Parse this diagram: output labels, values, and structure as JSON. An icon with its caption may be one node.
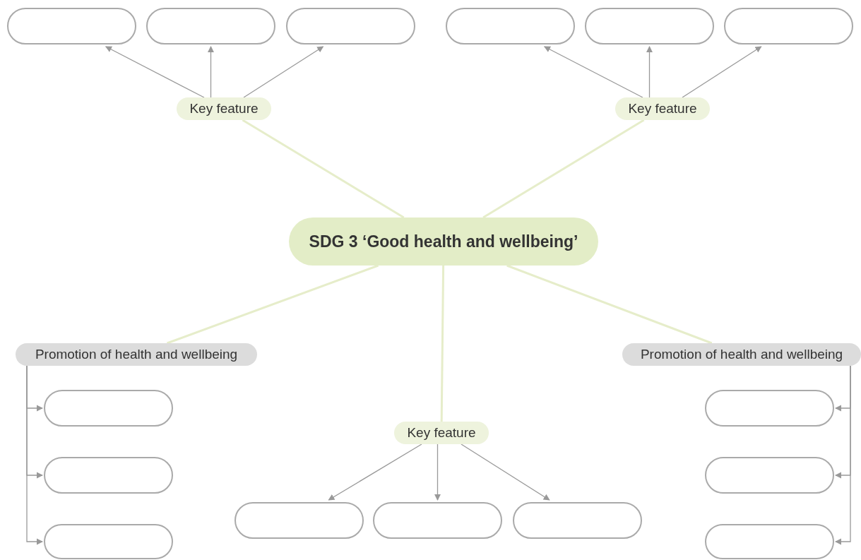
{
  "diagram": {
    "nodes": [
      {
        "text": [],
        "shape": "box"
      },
      {
        "text": [],
        "shape": "box"
      },
      {
        "text": [],
        "shape": "box"
      },
      {
        "text": [],
        "shape": "box"
      },
      {
        "text": [],
        "shape": "box"
      },
      {
        "text": [],
        "shape": "box"
      },
      {
        "text": [
          "Key feature"
        ]
      },
      {
        "text": [
          "Key feature"
        ]
      },
      {
        "text": [
          "SDG 3 ‘Good health and wellbeing’"
        ]
      },
      {
        "text": [
          "Promotion of health and wellbeing"
        ]
      },
      {
        "text": [
          "Promotion of health and wellbeing"
        ]
      },
      {
        "text": [
          "Key feature"
        ]
      },
      {
        "text": [],
        "shape": "box"
      },
      {
        "text": [],
        "shape": "box"
      },
      {
        "text": [],
        "shape": "box"
      },
      {
        "text": [],
        "shape": "box"
      },
      {
        "text": [],
        "shape": "box"
      },
      {
        "text": [],
        "shape": "box"
      },
      {
        "text": [],
        "shape": "box"
      },
      {
        "text": [],
        "shape": "box"
      },
      {
        "text": [],
        "shape": "box"
      }
    ],
    "edges": [
      {
        "from": 8,
        "to": 6,
        "arrow": "none",
        "color": "#e6edca"
      },
      {
        "from": 8,
        "to": 7,
        "arrow": "none",
        "color": "#e6edca"
      },
      {
        "from": 8,
        "to": 9,
        "arrow": "none",
        "color": "#e6edca"
      },
      {
        "from": 8,
        "to": 11,
        "arrow": "none",
        "color": "#e6edca"
      },
      {
        "from": 8,
        "to": 10,
        "arrow": "none",
        "color": "#e6edca"
      },
      {
        "from": 6,
        "to": 0,
        "arrow": "to"
      },
      {
        "from": 6,
        "to": 1,
        "arrow": "to"
      },
      {
        "from": 6,
        "to": 2,
        "arrow": "to"
      },
      {
        "from": 7,
        "to": 3,
        "arrow": "to"
      },
      {
        "from": 7,
        "to": 4,
        "arrow": "to"
      },
      {
        "from": 7,
        "to": 5,
        "arrow": "to"
      },
      {
        "from": 9,
        "to": 12,
        "arrow": "to"
      },
      {
        "from": 9,
        "to": 13,
        "arrow": "to"
      },
      {
        "from": 9,
        "to": 14,
        "arrow": "to"
      },
      {
        "from": 10,
        "to": 15,
        "arrow": "to"
      },
      {
        "from": 10,
        "to": 16,
        "arrow": "to"
      },
      {
        "from": 10,
        "to": 17,
        "arrow": "to"
      },
      {
        "from": 11,
        "to": 18,
        "arrow": "to"
      },
      {
        "from": 11,
        "to": 19,
        "arrow": "to"
      },
      {
        "from": 11,
        "to": 20,
        "arrow": "to"
      }
    ]
  }
}
